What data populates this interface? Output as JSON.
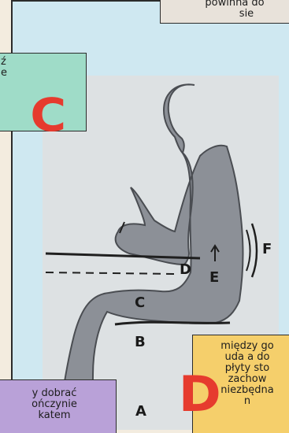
{
  "notes": {
    "top": [
      "powinna do",
      "sie"
    ],
    "left": [
      "ź",
      "e"
    ],
    "right": [
      "między go",
      "uda a do",
      "płyty sto",
      "zachow",
      "niezbędna",
      "n"
    ],
    "bottom": [
      "y dobrać",
      "ończynie",
      "katem"
    ]
  },
  "markers": {
    "c": "C",
    "d": "D"
  },
  "figure_labels": {
    "F": "F",
    "E": "E",
    "D": "D",
    "C": "C",
    "B": "B",
    "A": "A"
  },
  "colors": {
    "panel": "#cfe8f1",
    "left_note": "#9fdcc8",
    "right_note": "#f5cf6b",
    "bottom_note": "#b9a1d8",
    "marker": "#e63b2e"
  }
}
